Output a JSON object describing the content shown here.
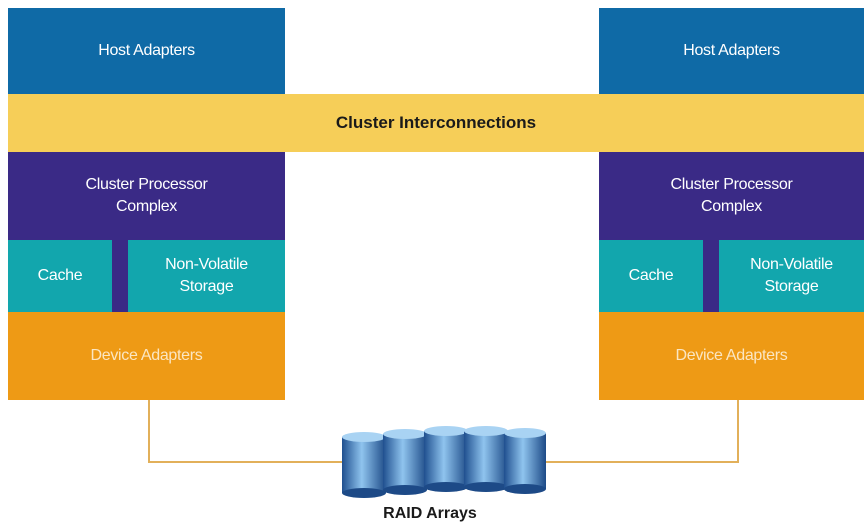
{
  "left_node": {
    "host_adapters": "Host Adapters",
    "cluster_processor": "Cluster Processor Complex",
    "cache": "Cache",
    "non_volatile_storage": "Non-Volatile Storage",
    "device_adapters": "Device Adapters"
  },
  "right_node": {
    "host_adapters": "Host Adapters",
    "cluster_processor": "Cluster Processor Complex",
    "cache": "Cache",
    "non_volatile_storage": "Non-Volatile Storage",
    "device_adapters": "Device Adapters"
  },
  "interconnect_label": "Cluster Interconnections",
  "storage_label": "RAID Arrays",
  "colors": {
    "host_adapters": "#0f6aa6",
    "interconnect": "#f6ce58",
    "cluster_processor": "#3a2a86",
    "cache_nvs": "#12a6ad",
    "device_adapters": "#ee9a15",
    "links": "#e2b05a"
  }
}
